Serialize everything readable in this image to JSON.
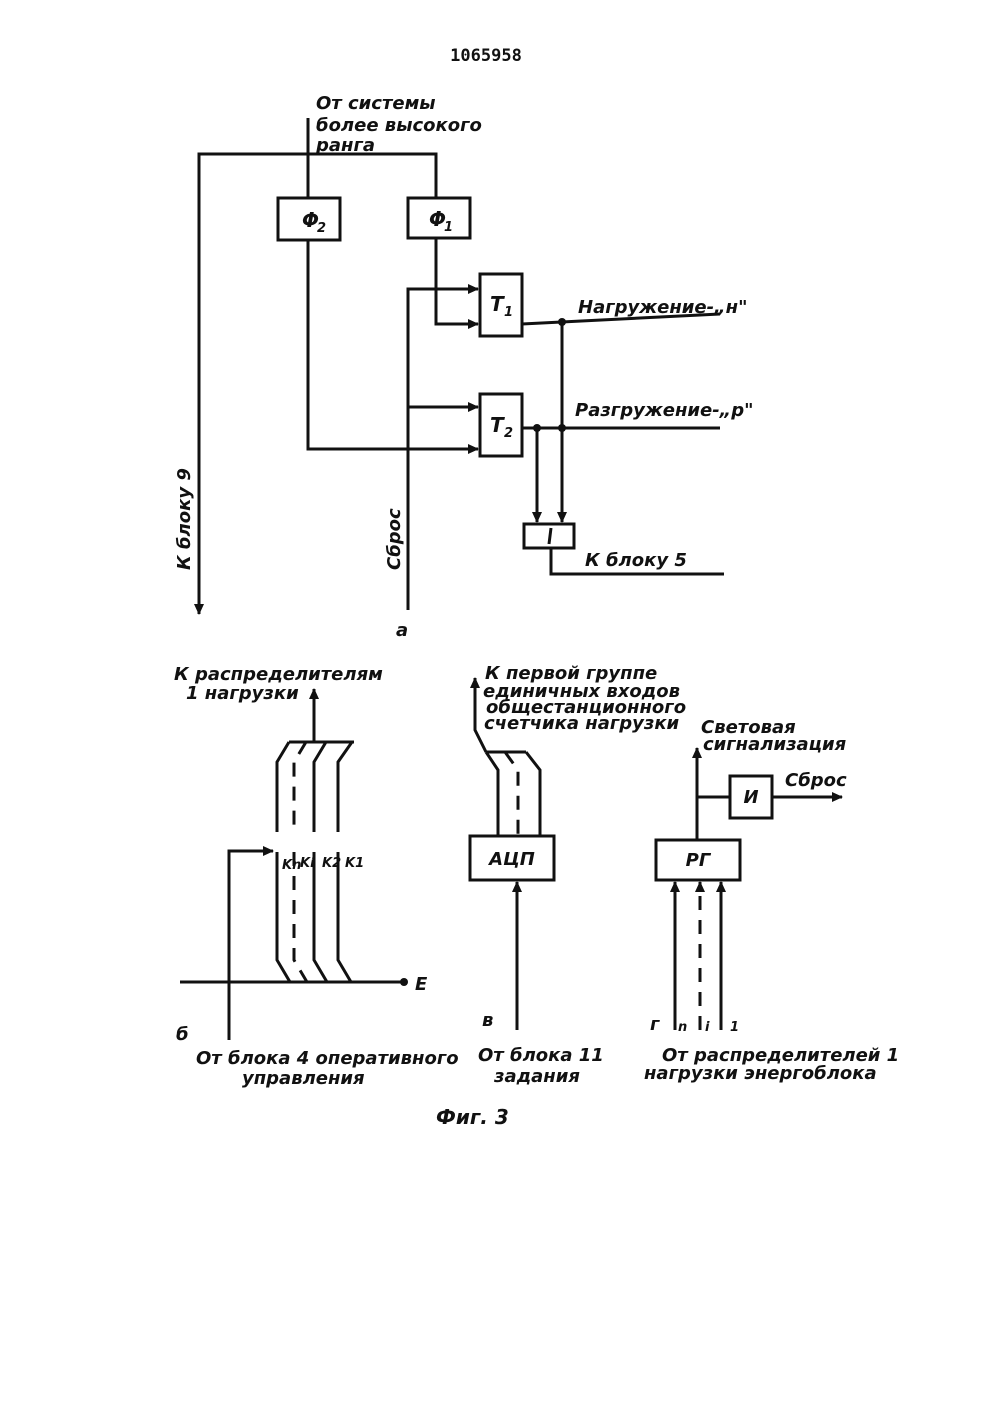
{
  "patent_number": "1065958",
  "figure_caption": "Фиг. 3",
  "part_a": {
    "letter": "а",
    "top_source": [
      "От системы",
      "более высокого",
      "ранга"
    ],
    "blocks": {
      "f2": "Φ",
      "f2_sub": "2",
      "f1": "Φ",
      "f1_sub": "1",
      "t1": "T",
      "t1_sub": "1",
      "t2": "T",
      "t2_sub": "2"
    },
    "out_load": "Нагружение-„н\"",
    "out_unload": "Разгружение-„р\"",
    "to_block9": "К блоку 9",
    "reset": "Сброс",
    "to_block5": "К блоку 5"
  },
  "part_b": {
    "letter": "б",
    "top_label": [
      "К распределителям",
      "1 нагрузки"
    ],
    "keys": [
      "Kn",
      "Ki",
      "K2",
      "K1"
    ],
    "axis_label": "E",
    "bottom_label": [
      "От блока 4 оперативного",
      "управления"
    ]
  },
  "part_v": {
    "letter": "в",
    "top_label": [
      "К первой группе",
      "единичных входов",
      "общестанционного",
      "счетчика нагрузки"
    ],
    "block": "АЦП",
    "bottom_label": [
      "От блока 11",
      "задания"
    ]
  },
  "part_g": {
    "letter": "г",
    "top_label": [
      "Световая",
      "сигнализация"
    ],
    "block_rg": "РГ",
    "block_i": "И",
    "reset": "Сброс",
    "input_labels": [
      "n",
      "i",
      "1"
    ],
    "bottom_label": [
      "От распределителей 1",
      "нагрузки энергоблока"
    ]
  }
}
